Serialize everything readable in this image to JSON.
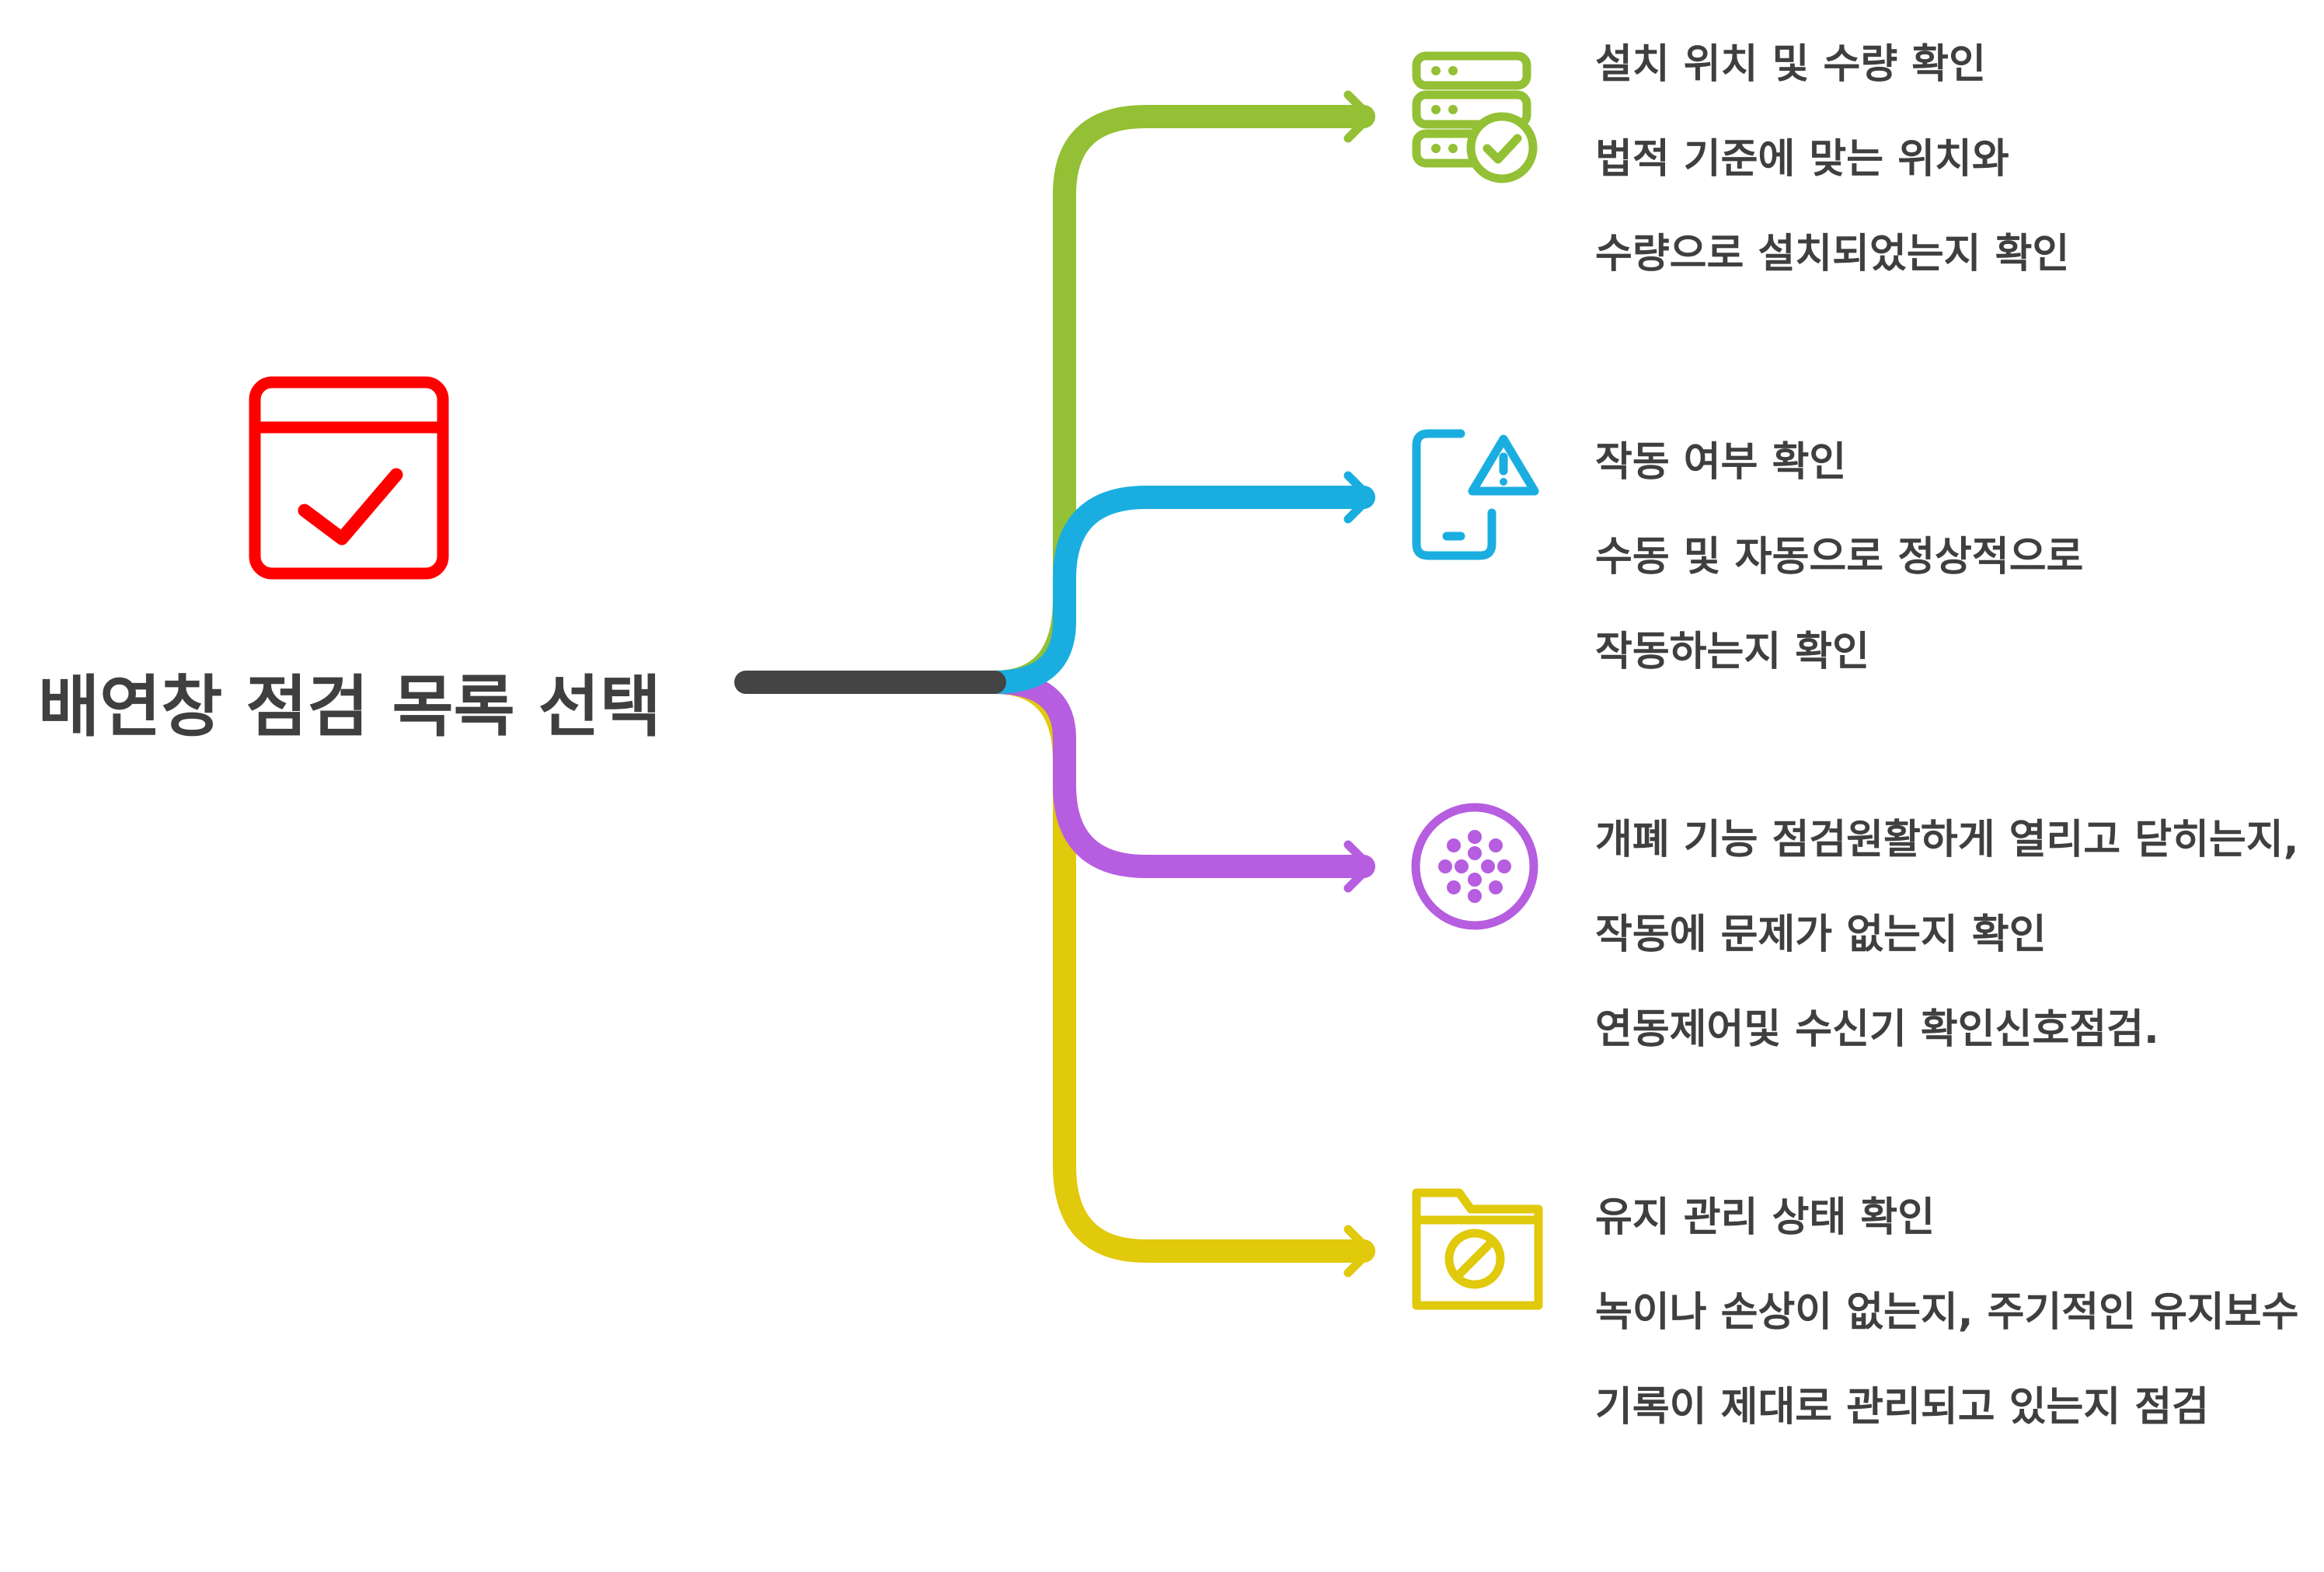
{
  "title": "배연창 점검 목록 선택",
  "colors": {
    "title_icon": "#ff0000",
    "stem": "#444444",
    "text": "#3f3f3f"
  },
  "branches": [
    {
      "color": "#93c034",
      "icon": "server-check-icon",
      "lines": [
        "설치 위치 및 수량 확인",
        "법적 기준에 맞는 위치와",
        "수량으로 설치되었는지 확인"
      ]
    },
    {
      "color": "#1aaee0",
      "icon": "tablet-warning-icon",
      "lines": [
        "작동 여부 확인",
        "수동 및 자동으로 정상적으로",
        "작동하는지 확인"
      ]
    },
    {
      "color": "#b65de0",
      "icon": "dotted-circle-icon",
      "lines": [
        "개폐 기능 점검원활하게 열리고 닫히는지,",
        "작동에 문제가 없는지 확인",
        "연동제어및 수신기 확인신호점검."
      ]
    },
    {
      "color": "#e1c90c",
      "icon": "folder-blocked-icon",
      "lines": [
        "유지 관리 상태 확인",
        "녹이나 손상이 없는지, 주기적인 유지보수",
        "기록이 제대로 관리되고  있는지 점검"
      ]
    }
  ]
}
